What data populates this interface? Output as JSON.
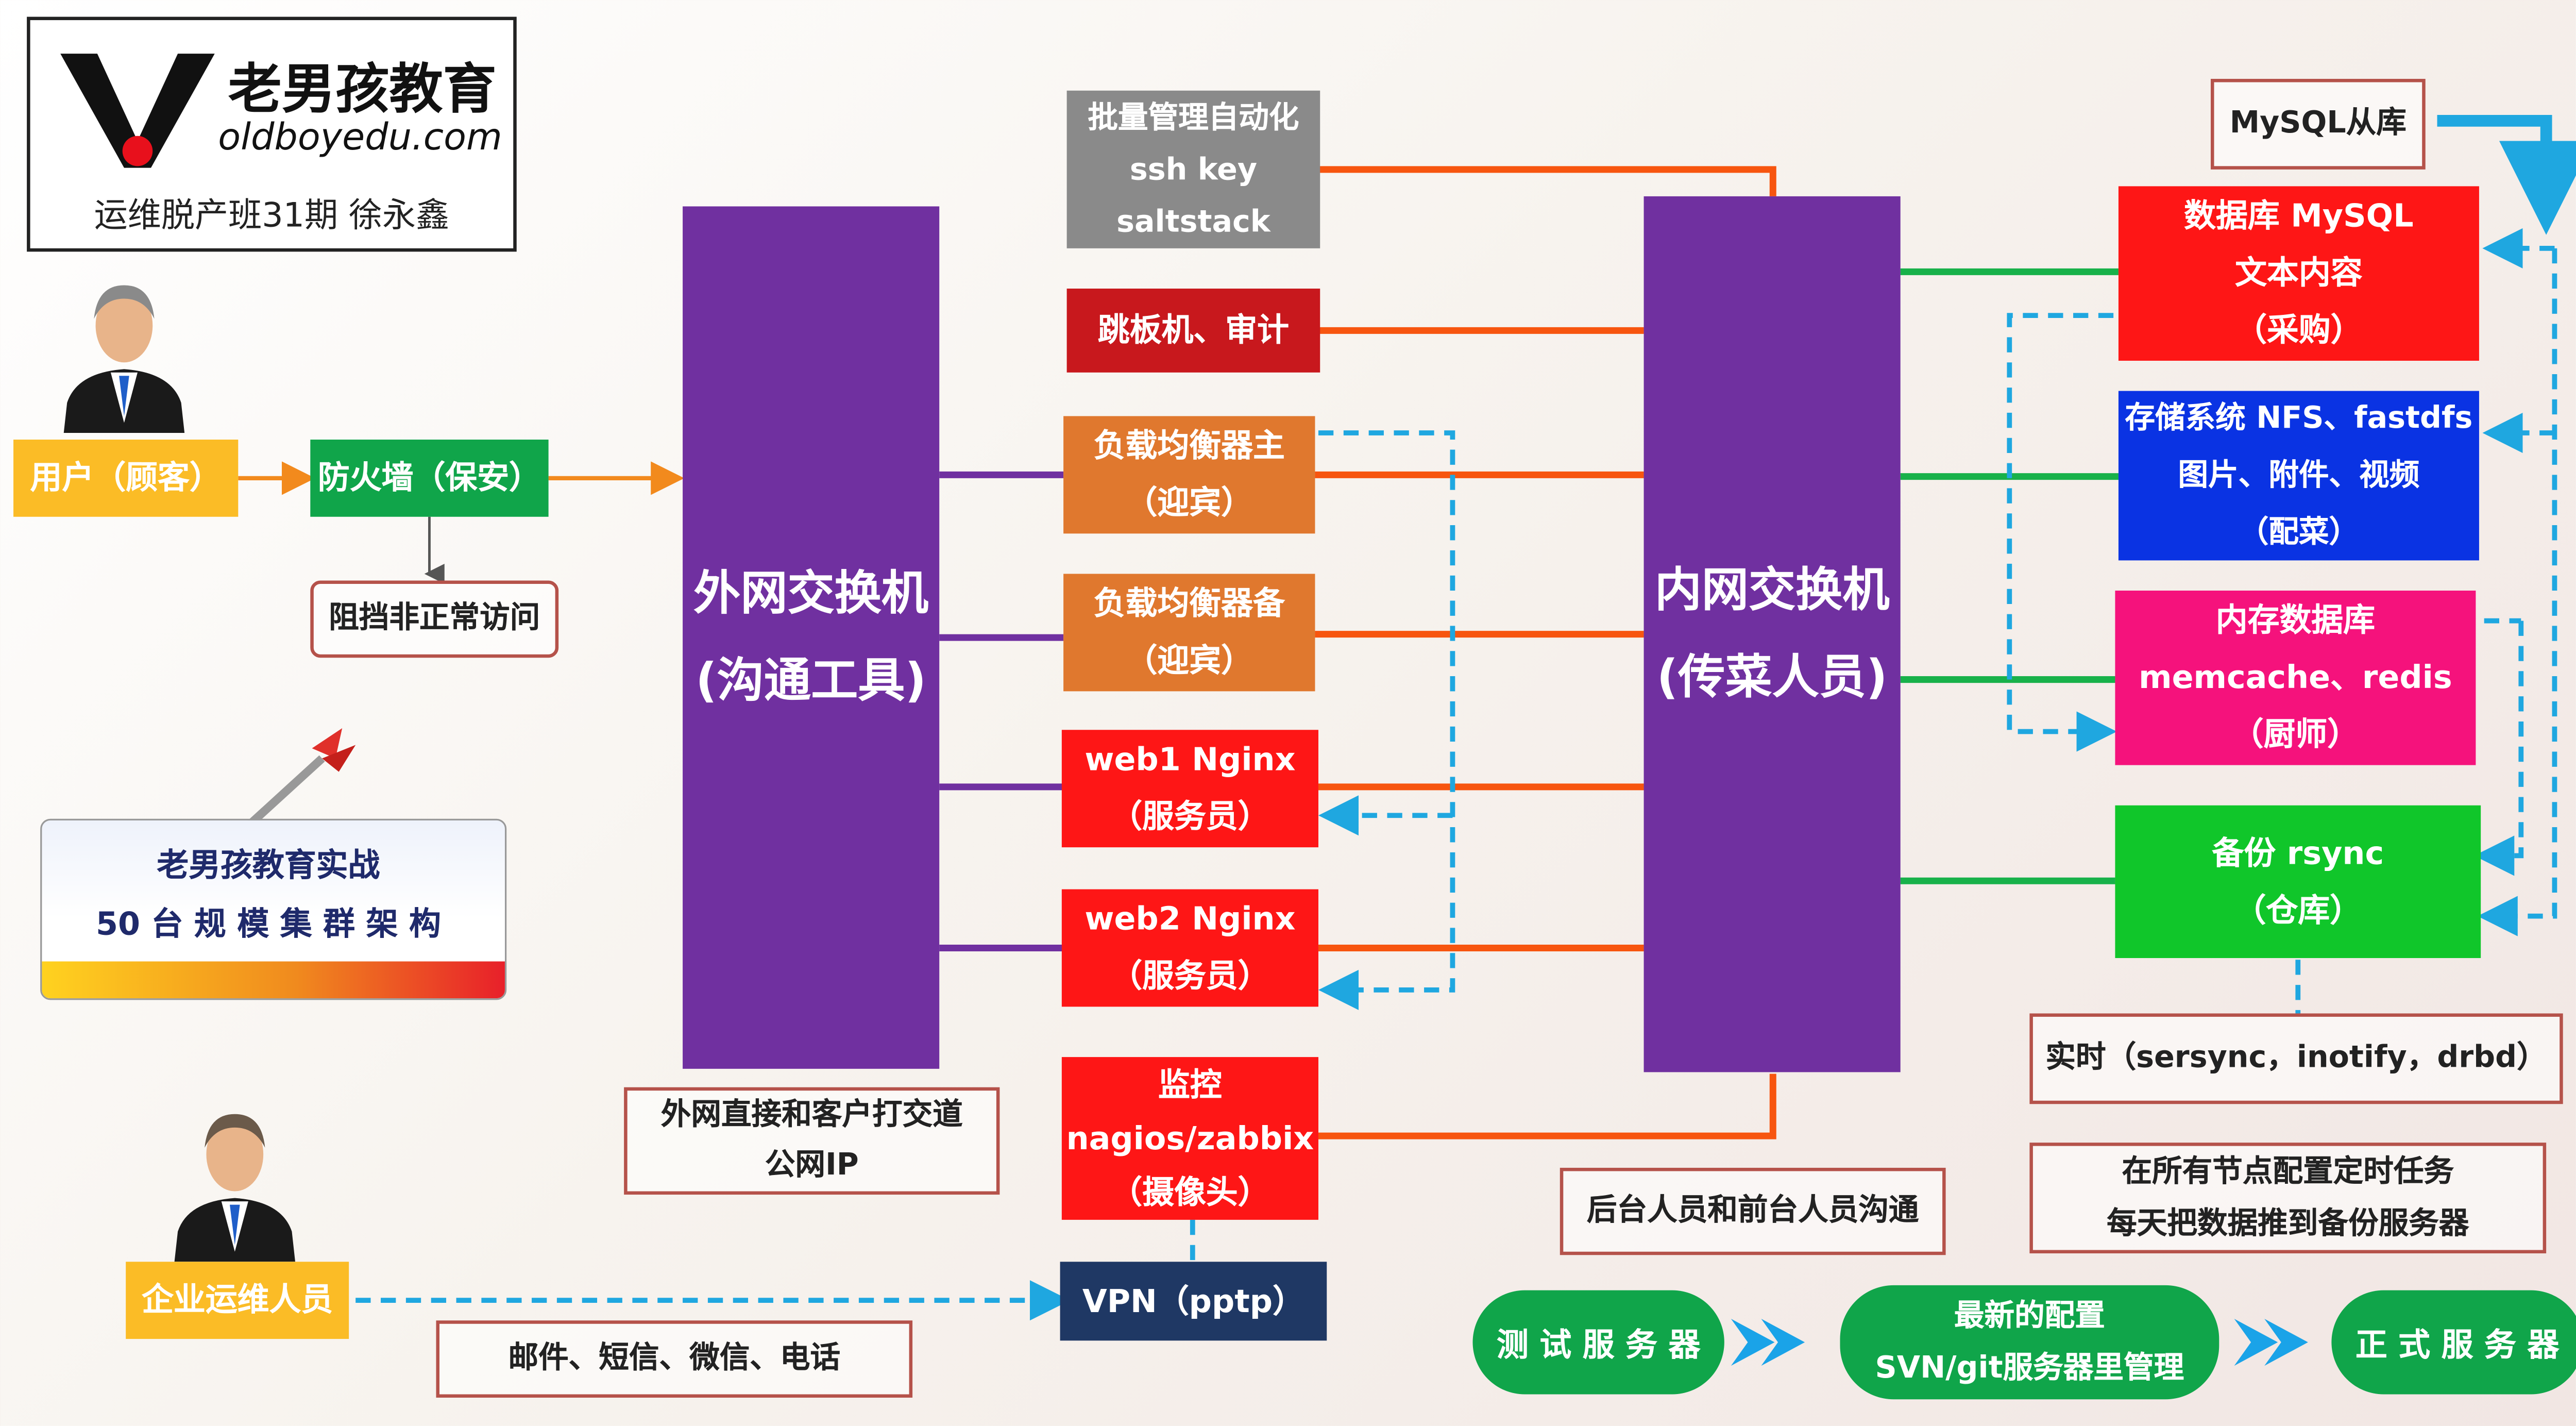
{
  "logo": {
    "brand_cn": "老男孩教育",
    "brand_url": "oldboyedu.com",
    "subtitle": "运维脱产班31期 徐永鑫"
  },
  "badge": {
    "line1": "老男孩教育实战",
    "line2": "50 台 规 模 集 群 架 构"
  },
  "user": {
    "label": "用户（顾客）"
  },
  "firewall": {
    "label": "防火墙（保安）",
    "note": "阻挡非正常访问"
  },
  "outer_switch": {
    "line1": "外网交换机",
    "line2": "(沟通工具)",
    "note_line1": "外网直接和客户打交道",
    "note_line2": "公网IP"
  },
  "inner_switch": {
    "line1": "内网交换机",
    "line2": "(传菜人员)",
    "note": "后台人员和前台人员沟通"
  },
  "batch": {
    "line1": "批量管理自动化",
    "line2": "ssh key",
    "line3": "saltstack"
  },
  "jump": {
    "label": "跳板机、审计"
  },
  "lb_master": {
    "line1": "负载均衡器主",
    "line2": "（迎宾）"
  },
  "lb_backup": {
    "line1": "负载均衡器备",
    "line2": "（迎宾）"
  },
  "web1": {
    "line1": "web1 Nginx",
    "line2": "（服务员）"
  },
  "web2": {
    "line1": "web2 Nginx",
    "line2": "（服务员）"
  },
  "monitor": {
    "line1": "监控",
    "line2": "nagios/zabbix",
    "line3": "（摄像头）"
  },
  "vpn": {
    "label": "VPN（pptp）"
  },
  "ops": {
    "label": "企业运维人员",
    "contact": "邮件、短信、微信、电话"
  },
  "mysql_slave": {
    "label": "MySQL从库"
  },
  "mysql": {
    "line1": "数据库 MySQL",
    "line2": "文本内容",
    "line3": "（采购）"
  },
  "storage": {
    "line1": "存储系统 NFS、fastdfs",
    "line2": "图片、附件、视频",
    "line3": "（配菜）"
  },
  "memdb": {
    "line1": "内存数据库",
    "line2": "memcache、redis",
    "line3": "（厨师）"
  },
  "backup": {
    "line1": "备份 rsync",
    "line2": "（仓库）"
  },
  "realtime": {
    "label": "实时（sersync，inotify，drbd）"
  },
  "cron": {
    "line1": "在所有节点配置定时任务",
    "line2": "每天把数据推到备份服务器"
  },
  "pipeline": {
    "test": "测 试 服 务 器",
    "config_line1": "最新的配置",
    "config_line2": "SVN/git服务器里管理",
    "prod": "正 式 服 务 器"
  },
  "colors": {
    "purple": "#7030a0",
    "orange_node": "#e0782e",
    "red_node": "#fe1616",
    "dark_red": "#c8181d",
    "gray": "#888888",
    "navy": "#1f3864",
    "green": "#10a54a",
    "blue": "#0a33e3",
    "magenta": "#f5127c",
    "yellow": "#fbbc26",
    "line_orange": "#f7550f",
    "line_green": "#18b14a",
    "line_dash": "#1fa7e0"
  },
  "icons": [
    "businessman-icon",
    "dart-icon",
    "logo-v-icon"
  ]
}
